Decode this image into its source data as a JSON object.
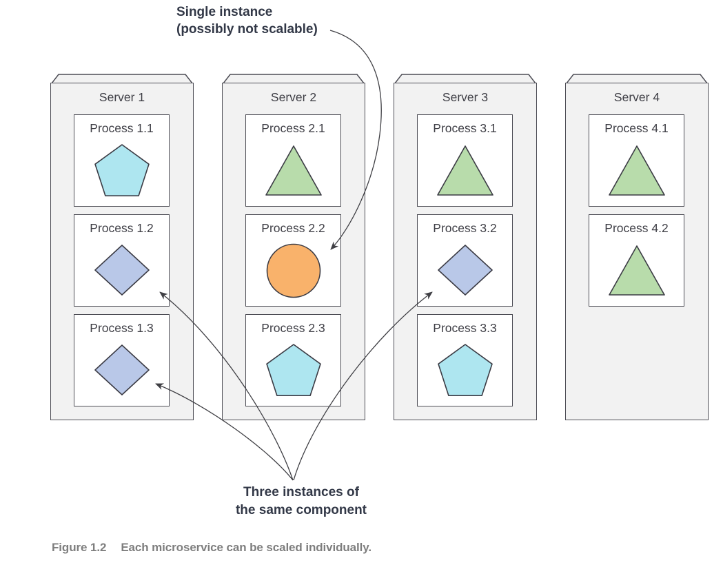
{
  "figure": {
    "caption_label": "Figure 1.2",
    "caption_text": "Each microservice can be scaled individually."
  },
  "annotations": {
    "single_instance": {
      "line1": "Single instance",
      "line2": "(possibly not scalable)"
    },
    "three_instances": {
      "line1": "Three instances of",
      "line2": "the same component"
    }
  },
  "servers": [
    {
      "title": "Server 1",
      "processes": [
        {
          "label": "Process 1.1",
          "shape": "pentagon"
        },
        {
          "label": "Process 1.2",
          "shape": "diamond"
        },
        {
          "label": "Process 1.3",
          "shape": "diamond"
        }
      ]
    },
    {
      "title": "Server 2",
      "processes": [
        {
          "label": "Process 2.1",
          "shape": "triangle"
        },
        {
          "label": "Process 2.2",
          "shape": "circle"
        },
        {
          "label": "Process 2.3",
          "shape": "pentagon"
        }
      ]
    },
    {
      "title": "Server 3",
      "processes": [
        {
          "label": "Process 3.1",
          "shape": "triangle"
        },
        {
          "label": "Process 3.2",
          "shape": "diamond"
        },
        {
          "label": "Process 3.3",
          "shape": "pentagon"
        }
      ]
    },
    {
      "title": "Server 4",
      "processes": [
        {
          "label": "Process 4.1",
          "shape": "triangle"
        },
        {
          "label": "Process 4.2",
          "shape": "triangle"
        }
      ]
    }
  ],
  "colors": {
    "pentagon": "#aee6f0",
    "diamond": "#b9c8e8",
    "triangle": "#b8dcab",
    "circle": "#f9b26b",
    "shape_stroke": "#3b3b44",
    "box_stroke": "#4c4c54",
    "server_fill": "#f2f2f2",
    "label_text": "#3e3e45",
    "annotation_text": "#323847",
    "caption_text": "#7e7e7e",
    "arrow": "#3f3f44"
  }
}
